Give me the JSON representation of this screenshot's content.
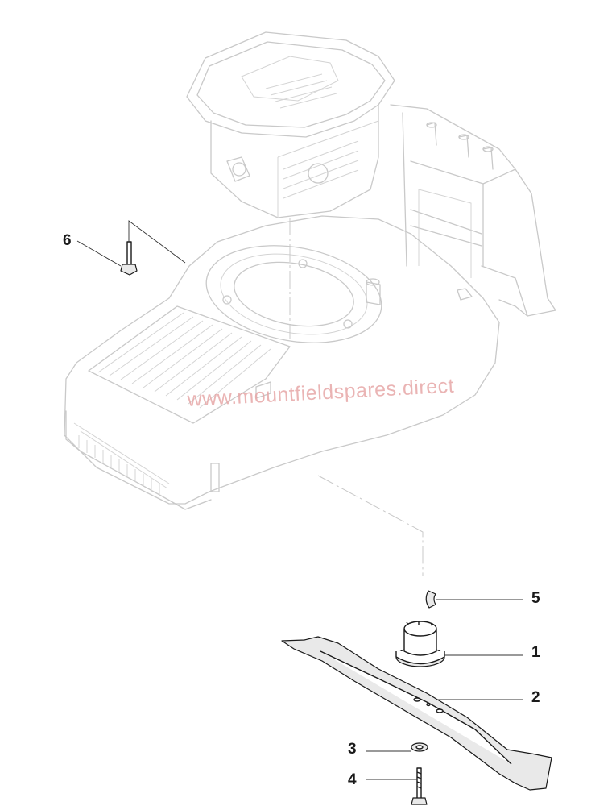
{
  "diagram": {
    "watermark": "www.mountfieldspares.direct",
    "callouts": [
      {
        "id": "6",
        "part": "deck-screw"
      },
      {
        "id": "5",
        "part": "key"
      },
      {
        "id": "1",
        "part": "blade-adaptor"
      },
      {
        "id": "2",
        "part": "blade"
      },
      {
        "id": "3",
        "part": "washer"
      },
      {
        "id": "4",
        "part": "blade-bolt"
      }
    ]
  }
}
